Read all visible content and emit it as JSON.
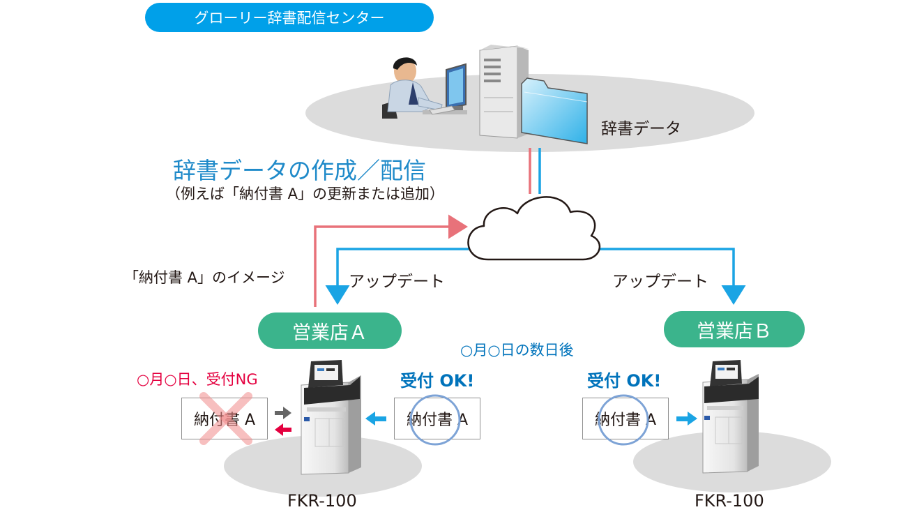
{
  "colors": {
    "header_blue": "#00a0e9",
    "branch_green": "#3bb48c",
    "line_red": "#e8727a",
    "line_blue": "#1aa4e4",
    "title_blue": "#1f8ac9",
    "ng_red": "#e4003f",
    "ok_blue": "#0073bb",
    "circle_blue": "#7da3d6",
    "ellipse_gray": "#dcdcdc"
  },
  "center": {
    "label": "グローリー辞書配信センター",
    "dictionary_data_label": "辞書データ",
    "icons": [
      "operator-icon",
      "server-tower-icon",
      "folder-icon"
    ]
  },
  "flow": {
    "title": "辞書データの作成／配信",
    "subtitle": "（例えば「納付書 A」の更新または追加）",
    "image_label": "「納付書 A」のイメージ",
    "update_left": "アップデート",
    "update_right": "アップデート",
    "days_later": "○月○日の数日後",
    "cloud_icon": "cloud-icon"
  },
  "branch_a": {
    "name": "営業店Ａ",
    "ng_label": "○月○日、受付NG",
    "ok_label": "受付 OK!",
    "doc_rejected": "納付書 A",
    "doc_accepted": "納付書 A",
    "model": "FKR-100"
  },
  "branch_b": {
    "name": "営業店Ｂ",
    "ok_label": "受付 OK!",
    "doc": "納付書 A",
    "model": "FKR-100"
  }
}
